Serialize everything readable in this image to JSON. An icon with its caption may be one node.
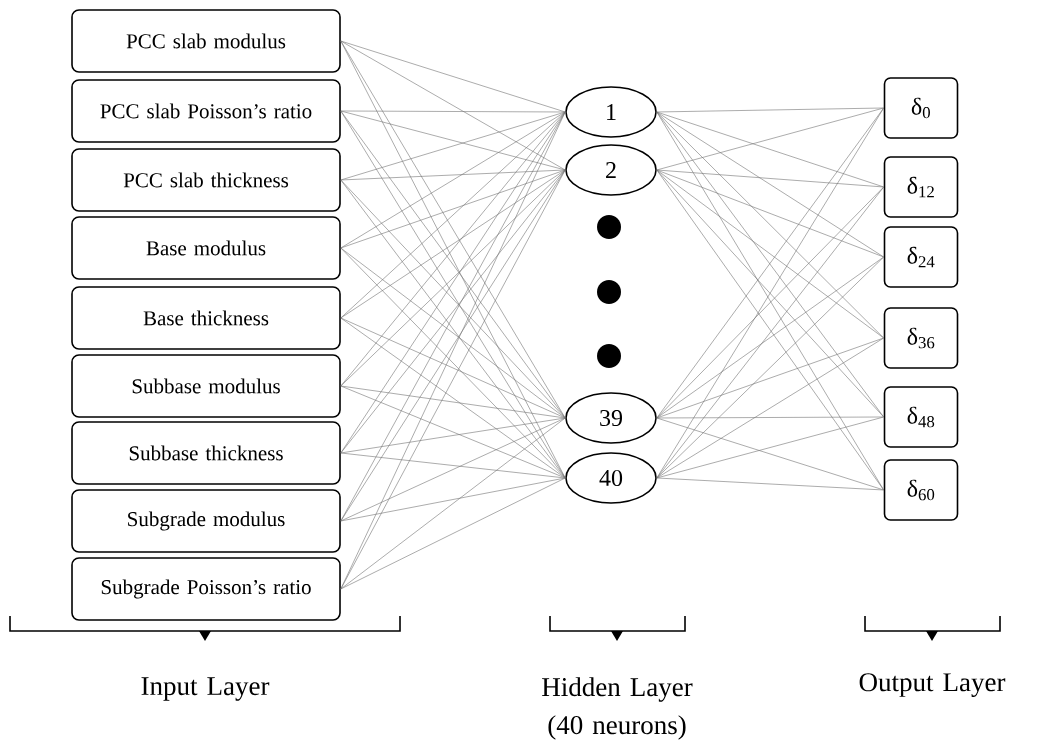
{
  "diagram": {
    "nodes": [
      {
        "text": [
          "PCC slab modulus"
        ]
      },
      {
        "text": [
          "PCC slab Poisson’s ratio"
        ]
      },
      {
        "text": [
          "PCC slab thickness"
        ]
      },
      {
        "text": [
          "Base modulus"
        ]
      },
      {
        "text": [
          "Base thickness"
        ]
      },
      {
        "text": [
          "Subbase modulus"
        ]
      },
      {
        "text": [
          "Subbase thickness"
        ]
      },
      {
        "text": [
          "Subgrade modulus"
        ]
      },
      {
        "text": [
          "Subgrade Poisson’s ratio"
        ]
      },
      {
        "text": [
          "1"
        ]
      },
      {
        "text": [
          "2"
        ]
      },
      {
        "text": [
          "39"
        ]
      },
      {
        "text": [
          "40"
        ]
      },
      {
        "text": [
          "δ$_{0}$"
        ]
      },
      {
        "text": [
          "δ$_{12}$"
        ]
      },
      {
        "text": [
          "δ$_{24}$"
        ]
      },
      {
        "text": [
          "δ$_{36}$"
        ]
      },
      {
        "text": [
          "δ$_{48}$"
        ]
      },
      {
        "text": [
          "δ$_{60}$"
        ]
      }
    ],
    "edges": [
      {
        "from": 0,
        "to": 9,
        "arrow": "none"
      },
      {
        "from": 0,
        "to": 10,
        "arrow": "none"
      },
      {
        "from": 0,
        "to": 11,
        "arrow": "none"
      },
      {
        "from": 0,
        "to": 12,
        "arrow": "none"
      },
      {
        "from": 1,
        "to": 9,
        "arrow": "none"
      },
      {
        "from": 1,
        "to": 10,
        "arrow": "none"
      },
      {
        "from": 1,
        "to": 11,
        "arrow": "none"
      },
      {
        "from": 1,
        "to": 12,
        "arrow": "none"
      },
      {
        "from": 2,
        "to": 9,
        "arrow": "none"
      },
      {
        "from": 2,
        "to": 10,
        "arrow": "none"
      },
      {
        "from": 2,
        "to": 11,
        "arrow": "none"
      },
      {
        "from": 2,
        "to": 12,
        "arrow": "none"
      },
      {
        "from": 3,
        "to": 9,
        "arrow": "none"
      },
      {
        "from": 3,
        "to": 10,
        "arrow": "none"
      },
      {
        "from": 3,
        "to": 11,
        "arrow": "none"
      },
      {
        "from": 3,
        "to": 12,
        "arrow": "none"
      },
      {
        "from": 4,
        "to": 9,
        "arrow": "none"
      },
      {
        "from": 4,
        "to": 10,
        "arrow": "none"
      },
      {
        "from": 4,
        "to": 11,
        "arrow": "none"
      },
      {
        "from": 4,
        "to": 12,
        "arrow": "none"
      },
      {
        "from": 5,
        "to": 9,
        "arrow": "none"
      },
      {
        "from": 5,
        "to": 10,
        "arrow": "none"
      },
      {
        "from": 5,
        "to": 11,
        "arrow": "none"
      },
      {
        "from": 5,
        "to": 12,
        "arrow": "none"
      },
      {
        "from": 6,
        "to": 9,
        "arrow": "none"
      },
      {
        "from": 6,
        "to": 10,
        "arrow": "none"
      },
      {
        "from": 6,
        "to": 11,
        "arrow": "none"
      },
      {
        "from": 6,
        "to": 12,
        "arrow": "none"
      },
      {
        "from": 7,
        "to": 9,
        "arrow": "none"
      },
      {
        "from": 7,
        "to": 10,
        "arrow": "none"
      },
      {
        "from": 7,
        "to": 11,
        "arrow": "none"
      },
      {
        "from": 7,
        "to": 12,
        "arrow": "none"
      },
      {
        "from": 8,
        "to": 9,
        "arrow": "none"
      },
      {
        "from": 8,
        "to": 10,
        "arrow": "none"
      },
      {
        "from": 8,
        "to": 11,
        "arrow": "none"
      },
      {
        "from": 8,
        "to": 12,
        "arrow": "none"
      },
      {
        "from": 9,
        "to": 13,
        "arrow": "none"
      },
      {
        "from": 9,
        "to": 14,
        "arrow": "none"
      },
      {
        "from": 9,
        "to": 15,
        "arrow": "none"
      },
      {
        "from": 9,
        "to": 16,
        "arrow": "none"
      },
      {
        "from": 9,
        "to": 17,
        "arrow": "none"
      },
      {
        "from": 9,
        "to": 18,
        "arrow": "none"
      },
      {
        "from": 10,
        "to": 13,
        "arrow": "none"
      },
      {
        "from": 10,
        "to": 14,
        "arrow": "none"
      },
      {
        "from": 10,
        "to": 15,
        "arrow": "none"
      },
      {
        "from": 10,
        "to": 16,
        "arrow": "none"
      },
      {
        "from": 10,
        "to": 17,
        "arrow": "none"
      },
      {
        "from": 10,
        "to": 18,
        "arrow": "none"
      },
      {
        "from": 11,
        "to": 13,
        "arrow": "none"
      },
      {
        "from": 11,
        "to": 14,
        "arrow": "none"
      },
      {
        "from": 11,
        "to": 15,
        "arrow": "none"
      },
      {
        "from": 11,
        "to": 16,
        "arrow": "none"
      },
      {
        "from": 11,
        "to": 17,
        "arrow": "none"
      },
      {
        "from": 11,
        "to": 18,
        "arrow": "none"
      },
      {
        "from": 12,
        "to": 13,
        "arrow": "none"
      },
      {
        "from": 12,
        "to": 14,
        "arrow": "none"
      },
      {
        "from": 12,
        "to": 15,
        "arrow": "none"
      },
      {
        "from": 12,
        "to": 16,
        "arrow": "none"
      },
      {
        "from": 12,
        "to": 17,
        "arrow": "none"
      },
      {
        "from": 12,
        "to": 18,
        "arrow": "none"
      }
    ],
    "labels": [
      "Input Layer",
      "Hidden Layer (40 neurons)",
      "Output Layer"
    ]
  }
}
